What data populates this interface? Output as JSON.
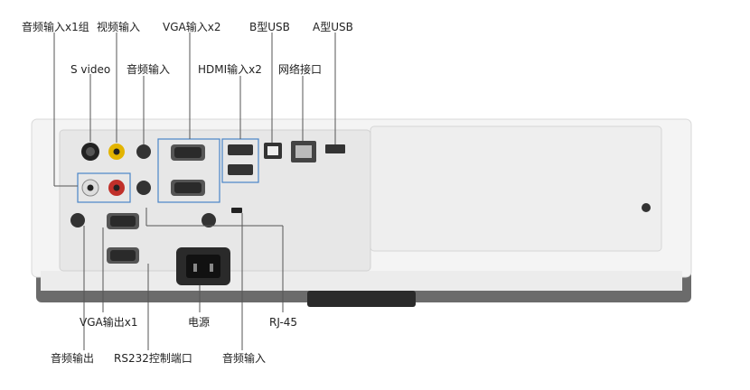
{
  "labels": {
    "audio_in_x1_group": "音频输入x1组",
    "video_in": "视频输入",
    "vga_in_x2": "VGA输入x2",
    "usb_b": "B型USB",
    "usb_a": "A型USB",
    "s_video": "S video",
    "audio_in_top": "音频输入",
    "hdmi_in_x2": "HDMI输入x2",
    "network_port": "网络接口",
    "vga_out_x1": "VGA输出x1",
    "power": "电源",
    "rj45": "RJ-45",
    "audio_out": "音频输出",
    "rs232_control": "RS232控制端口",
    "audio_in_bottom": "音频输入"
  },
  "colors": {
    "callout_line": "#555555",
    "highlight_box": "#4a86c8",
    "body": "#f4f4f4",
    "panel": "#e9e9e9",
    "base": "#6b6b6b",
    "rca_yellow": "#e3b400",
    "rca_red": "#c0302a"
  }
}
